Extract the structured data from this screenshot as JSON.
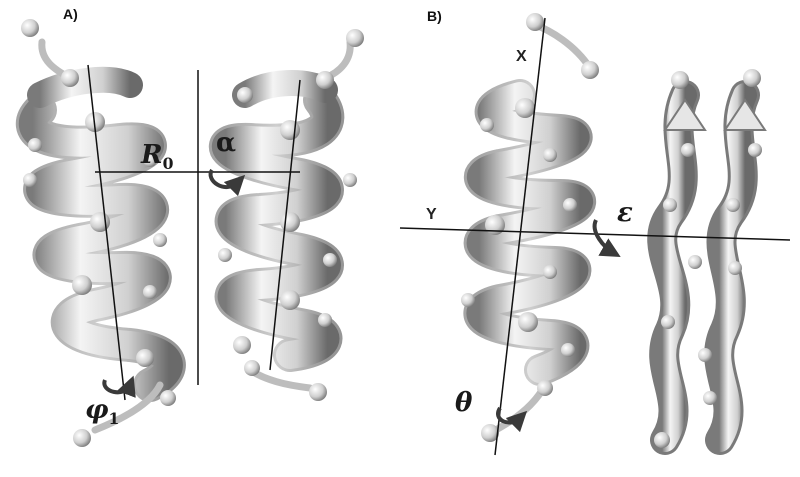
{
  "panels": [
    {
      "label": "A)",
      "parameters": {
        "radius_symbol": "R",
        "radius_subscript": "0",
        "crossing_angle": "α",
        "phase_symbol": "φ",
        "phase_subscript": "1"
      }
    },
    {
      "label": "B)",
      "axes": {
        "x": "X",
        "y": "Y"
      },
      "parameters": {
        "tilt": "θ",
        "rotation": "ε"
      }
    }
  ],
  "colors": {
    "ribbon_light": "#f2f2f2",
    "ribbon_mid": "#c8c8c8",
    "ribbon_dark": "#6e6e6e",
    "lines": "#111111",
    "arrows": "#3a3a3a"
  }
}
